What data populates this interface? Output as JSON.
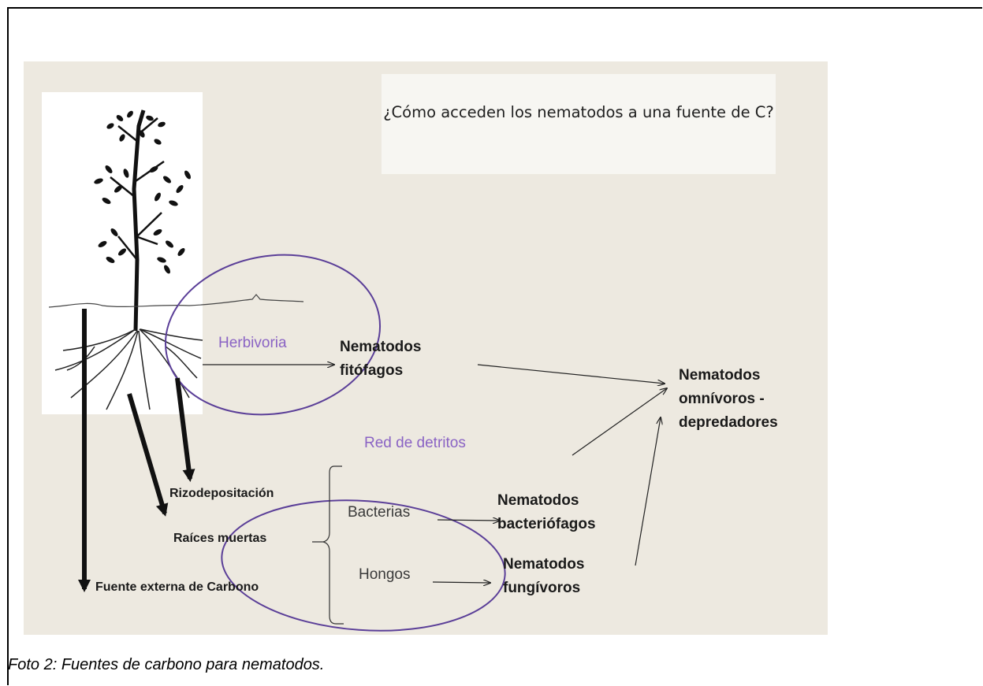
{
  "title": "¿Cómo acceden los nematodos a una fuente de C?",
  "labels": {
    "herbivoria": "Herbivoria",
    "nem_fitofagos_1": "Nematodos",
    "nem_fitofagos_2": "fitófagos",
    "nem_omnivoros_1": "Nematodos",
    "nem_omnivoros_2": "omnívoros -",
    "nem_omnivoros_3": "depredadores",
    "red_detritos": "Red de detritos",
    "rizodeposit": "Rizodepositación",
    "raices_muertas": "Raíces muertas",
    "fuente_externa": "Fuente externa de Carbono",
    "bacterias": "Bacterias",
    "hongos": "Hongos",
    "nem_bact_1": "Nematodos",
    "nem_bact_2": "bacteriófagos",
    "nem_fung_1": "Nematodos",
    "nem_fung_2": "fungívoros"
  },
  "caption": "Foto 2: Fuentes de carbono para nematodos.",
  "colors": {
    "background": "#ede9e0",
    "accent": "#5b3f98",
    "label_accent": "#8a63c4"
  }
}
